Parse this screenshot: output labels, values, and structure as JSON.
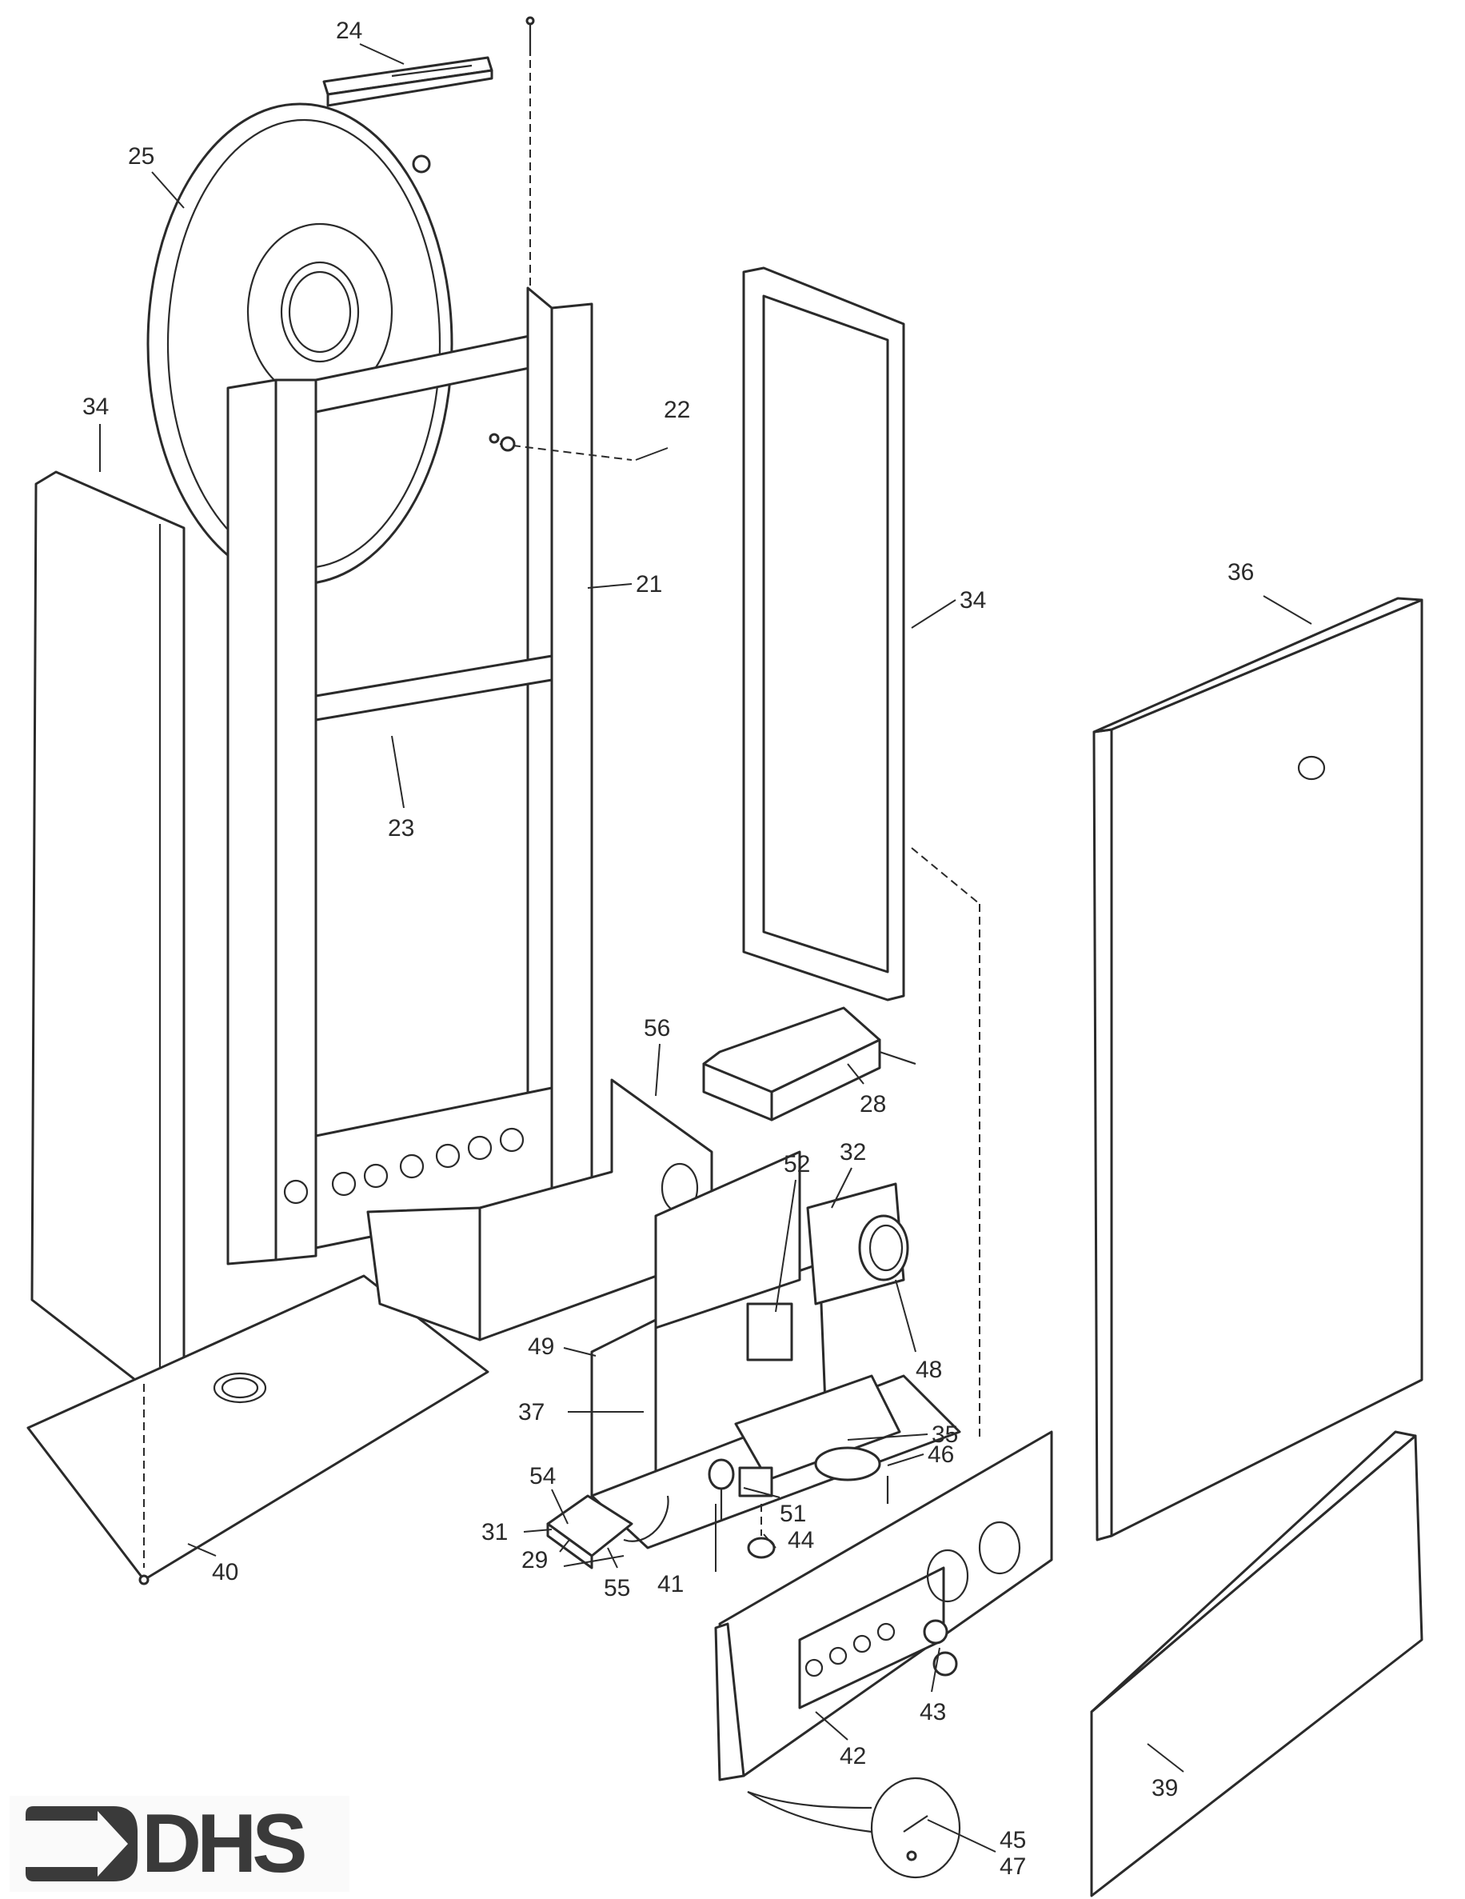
{
  "diagram": {
    "title": "Boiler casing and controls exploded parts diagram",
    "callouts": {
      "c21": "21",
      "c22": "22",
      "c23": "23",
      "c24": "24",
      "c25": "25",
      "c28": "28",
      "c29": "29",
      "c31": "31",
      "c32": "32",
      "c34a": "34",
      "c34b": "34",
      "c35": "35",
      "c36": "36",
      "c37": "37",
      "c39": "39",
      "c40": "40",
      "c41": "41",
      "c42": "42",
      "c43": "43",
      "c44": "44",
      "c45": "45",
      "c46": "46",
      "c47": "47",
      "c48": "48",
      "c49": "49",
      "c51": "51",
      "c52": "52",
      "c54": "54",
      "c55": "55",
      "c56": "56"
    }
  },
  "logo": {
    "text": "DHS",
    "icon": "arrow-right-icon",
    "color": "#3a3a3a"
  }
}
